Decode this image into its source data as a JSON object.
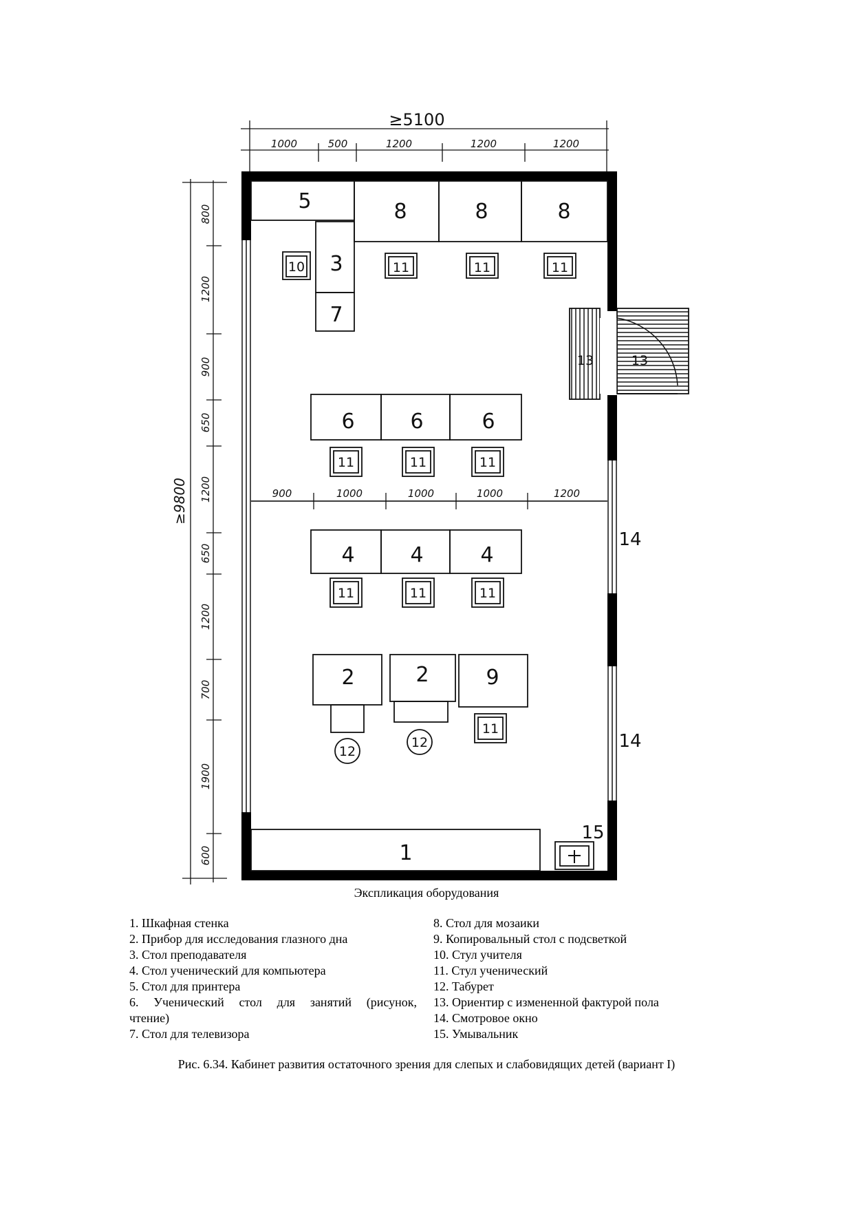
{
  "plan": {
    "overall_width": "≥5100",
    "overall_length": "≥9800",
    "top_dims": [
      "1000",
      "500",
      "1200",
      "1200",
      "1200"
    ],
    "left_dims": [
      "800",
      "1200",
      "900",
      "650",
      "1200",
      "650",
      "1200",
      "700",
      "1900",
      "600"
    ],
    "mid_dims": [
      "900",
      "1000",
      "1000",
      "1000",
      "1200"
    ],
    "item_numbers": {
      "n1": "1",
      "n2": "2",
      "n3": "3",
      "n4": "4",
      "n5": "5",
      "n6": "6",
      "n7": "7",
      "n8": "8",
      "n9": "9",
      "n10": "10",
      "n11": "11",
      "n12": "12",
      "n13": "13",
      "n14": "14",
      "n15": "15"
    }
  },
  "caption": "Экспликация оборудования",
  "legend_left": [
    "1. Шкафная стенка",
    "2. Прибор для исследования глазного дна",
    "3. Стол преподавателя",
    "4. Стол ученический для компьютера",
    "5. Стол для принтера",
    "6. Ученический стол для занятий (рисунок,",
    "чтение)",
    "7. Стол для телевизора"
  ],
  "legend_right": [
    "8. Стол для мозаики",
    "9. Копировальный стол с подсветкой",
    "10. Стул учителя",
    "11. Стул ученический",
    "12. Табурет",
    "13. Ориентир с измененной фактурой пола",
    "14. Смотровое окно",
    "15. Умывальник"
  ],
  "figure_caption": "Рис. 6.34. Кабинет развития остаточного зрения для слепых и слабовидящих детей (вариант I)"
}
